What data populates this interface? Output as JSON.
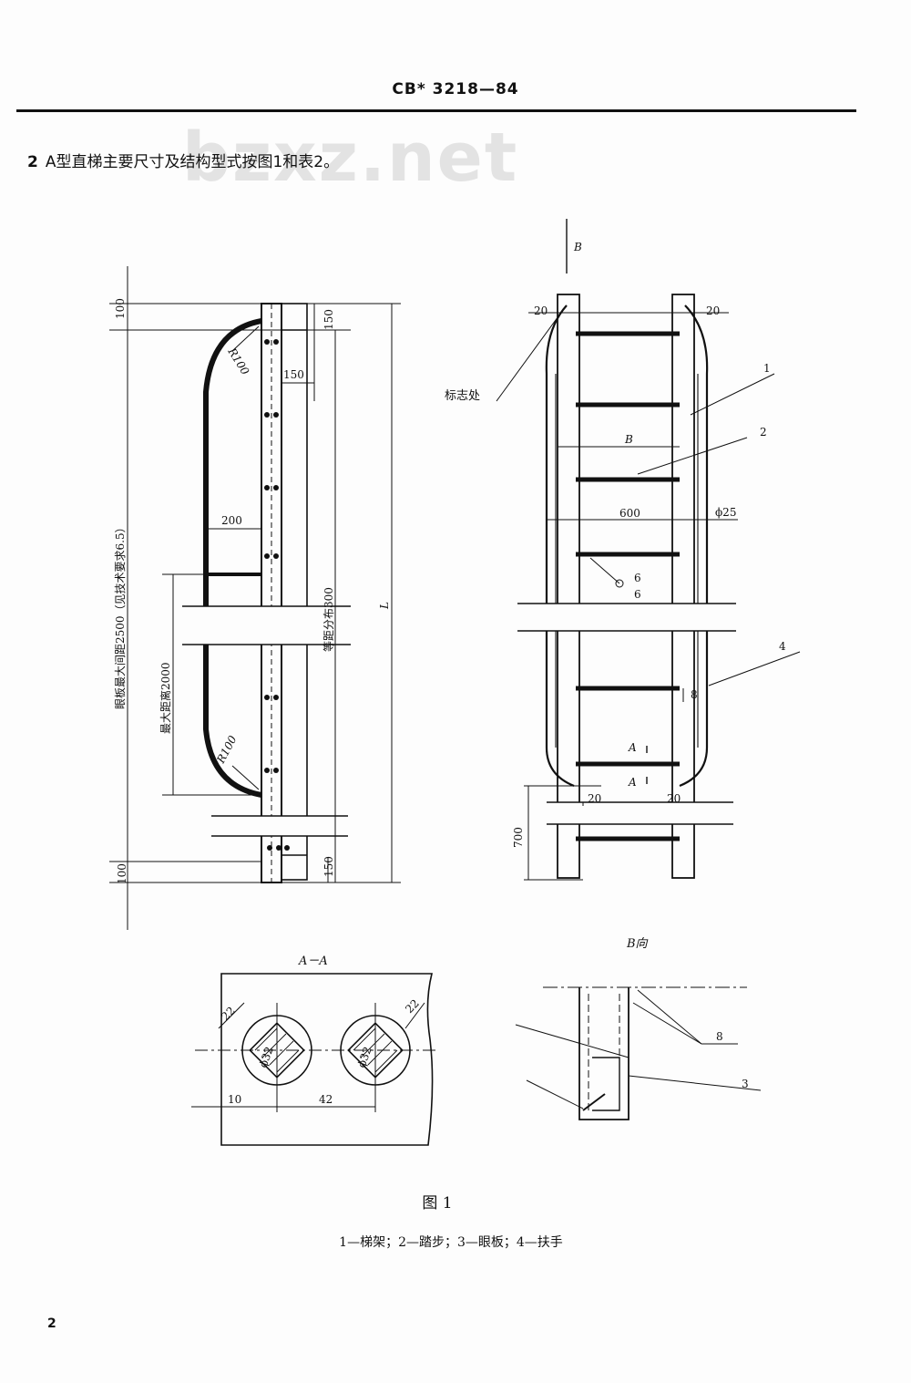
{
  "header": {
    "standard_no": "CB* 3218—84"
  },
  "watermark": "bzxz.net",
  "intro": {
    "number": "2",
    "text": "A型直梯主要尺寸及结构型式按图1和表2。"
  },
  "fig_left": {
    "dims": {
      "top_offset": "100",
      "bottom_offset": "100",
      "top_step": "150",
      "bottom_step": "150",
      "eye_gap": "150",
      "radius_top": "R100",
      "radius_bottom": "R100",
      "handrail_depth": "200",
      "total_length": "L",
      "max_eye_gap": "眼板最大间距2500（见技术要求6.5）",
      "max_distance": "最大距离2000",
      "equal_spacing": "等距分布300"
    }
  },
  "fig_right": {
    "view_label": "B",
    "dims": {
      "top_left": "20",
      "top_right": "20",
      "rung_width": "B",
      "spacing": "600",
      "rod_dia": "ϕ25",
      "weld_top": "6",
      "weld_bottom": "6",
      "weld_eye": "8",
      "bottom_left": "20",
      "bottom_right": "20",
      "bottom_height": "700",
      "section_mark_top": "A",
      "section_mark_bottom": "A"
    },
    "mark_label": "标志处",
    "callouts": [
      "1",
      "2",
      "4"
    ]
  },
  "section_aa": {
    "title": "A－A",
    "dims": {
      "left_size": "22",
      "right_size": "22",
      "left_dia": "ϕ32",
      "right_dia": "ϕ32",
      "edge": "10",
      "pitch": "42"
    }
  },
  "view_b": {
    "title": "B向",
    "dims": {
      "weld": "8",
      "part": "3"
    }
  },
  "figure_caption": "图 1",
  "figure_legend": "1—梯架；2—踏步；3—眼板；4—扶手",
  "page_number": "2"
}
